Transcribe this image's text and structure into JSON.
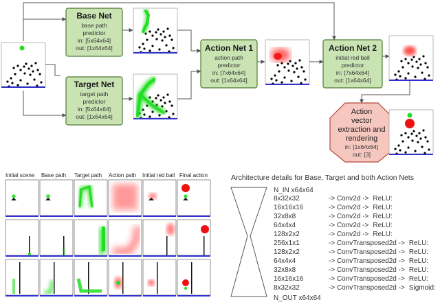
{
  "pipeline": {
    "base_net": {
      "title": "Base Net",
      "lines": [
        "base path",
        "predictor",
        "in: [5x64x64]",
        "out: [1x64x64]"
      ]
    },
    "target_net": {
      "title": "Target Net",
      "lines": [
        "target path",
        "predictor",
        "in: [5x64x64]",
        "out: [1x64x64]"
      ]
    },
    "action_net_1": {
      "title": "Action Net 1",
      "lines": [
        "action path",
        "predictor",
        "in: [7x64x64]",
        "out: [1x64x64]"
      ]
    },
    "action_net_2": {
      "title": "Action Net 2",
      "lines": [
        "initial red ball",
        "predictor",
        "in: [7x64x64]",
        "out: [1x64x64]"
      ]
    },
    "extraction": {
      "lines": [
        "Action",
        "vector",
        "extraction and",
        "rendering",
        "in: [1x64x64]",
        "out: [3]"
      ]
    }
  },
  "grid": {
    "columns": [
      "Initial scene",
      "Base path",
      "Target path",
      "Action path",
      "Initial red ball",
      "Final action"
    ]
  },
  "architecture": {
    "title": "Architecture details for Base, Target and both Action Nets",
    "input_label": "N_IN x64x64",
    "output_label": "N_OUT x64x64",
    "rows": [
      {
        "dim": "8x32x32",
        "op": "-> Conv2d ->",
        "act": "ReLU:"
      },
      {
        "dim": "16x16x16",
        "op": "-> Conv2d ->",
        "act": "ReLU:"
      },
      {
        "dim": "32x8x8",
        "op": "-> Conv2d ->",
        "act": "ReLU:"
      },
      {
        "dim": "64x4x4",
        "op": "-> Conv2d ->",
        "act": "ReLU:"
      },
      {
        "dim": "128x2x2",
        "op": "-> Conv2d ->",
        "act": "ReLU:"
      },
      {
        "dim": "256x1x1",
        "op": "-> ConvTransposed2d ->",
        "act": "ReLU:"
      },
      {
        "dim": "128x2x2",
        "op": "-> ConvTransposed2d ->",
        "act": "ReLU:"
      },
      {
        "dim": "64x4x4",
        "op": "-> ConvTransposed2d ->",
        "act": "ReLU:"
      },
      {
        "dim": "32x8x8",
        "op": "-> ConvTransposed2d ->",
        "act": "ReLU:"
      },
      {
        "dim": "16x16x16",
        "op": "-> ConvTransposed2d ->",
        "act": "ReLU:"
      },
      {
        "dim": "8x32x32",
        "op": "-> ConvTransposed2d ->",
        "act": "Sigmoid:"
      }
    ]
  },
  "colors": {
    "net_fill": "#c9e3b3",
    "net_stroke": "#4d7a35",
    "ext_fill": "#f6c7bf",
    "ext_stroke": "#b24a3c",
    "green": "#22dd22",
    "red": "#ee1111",
    "floor": "#3030d0"
  }
}
